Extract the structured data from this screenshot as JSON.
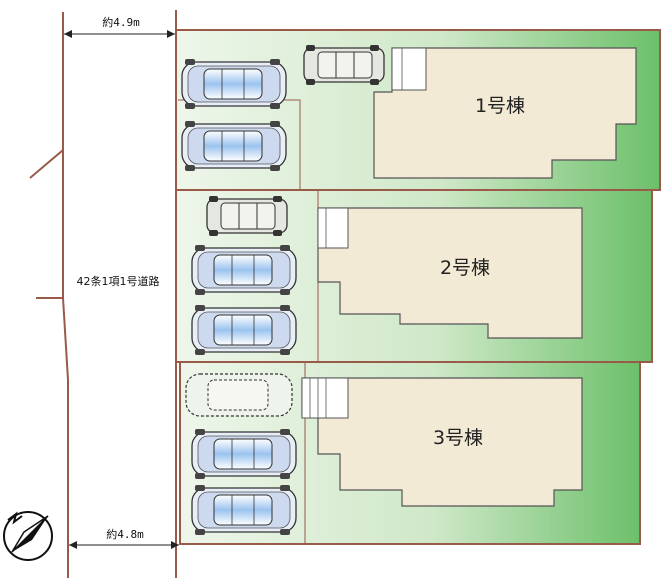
{
  "buildings": [
    {
      "label": "1号棟"
    },
    {
      "label": "2号棟"
    },
    {
      "label": "3号棟"
    }
  ],
  "road": {
    "label": "42条1項1号道路",
    "width_top": "約4.9m",
    "width_bottom": "約4.8m"
  },
  "colors": {
    "lot_green": "#6cc06a",
    "lot_light": "#eef6ea",
    "building_fill": "#f3ead6",
    "boundary": "#9a5a4a",
    "car_body": "#c9d6ec"
  },
  "icons": [
    "compass-north-icon",
    "car-icon"
  ]
}
